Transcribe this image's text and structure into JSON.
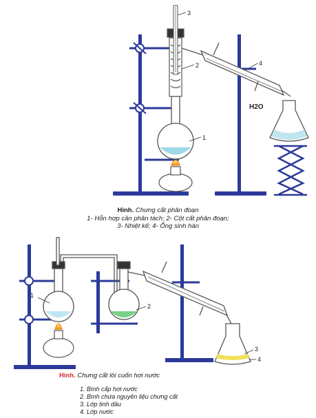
{
  "figure1": {
    "label": "Hình.",
    "title": "Chưng cất phân đoạn",
    "legend_line1": "1- Hỗn hợp cần phân tách; 2- Cột cất phân đoạn;",
    "legend_line2": "3- Nhiệt kế; 4- Ống sinh hàn",
    "callouts": [
      "1",
      "2",
      "3",
      "4"
    ],
    "water_label": "H2O"
  },
  "figure2": {
    "label": "Hình.",
    "title": "Chưng cất lôi cuốn hơi nước",
    "items": [
      "1. Bình cấp hơi nước",
      "2. Bình chứa nguyên liệu chưng cất",
      "3. Lớp tinh dầu",
      "4. Lớp nước"
    ],
    "callouts": [
      "1",
      "2",
      "3",
      "4"
    ]
  },
  "colors": {
    "stand": "#2b3a9a",
    "glass": "#555555",
    "flame": "#f0a020",
    "oil": "#f2e15a",
    "water": "#9be0a0",
    "caption_label": "#d42a2a"
  }
}
